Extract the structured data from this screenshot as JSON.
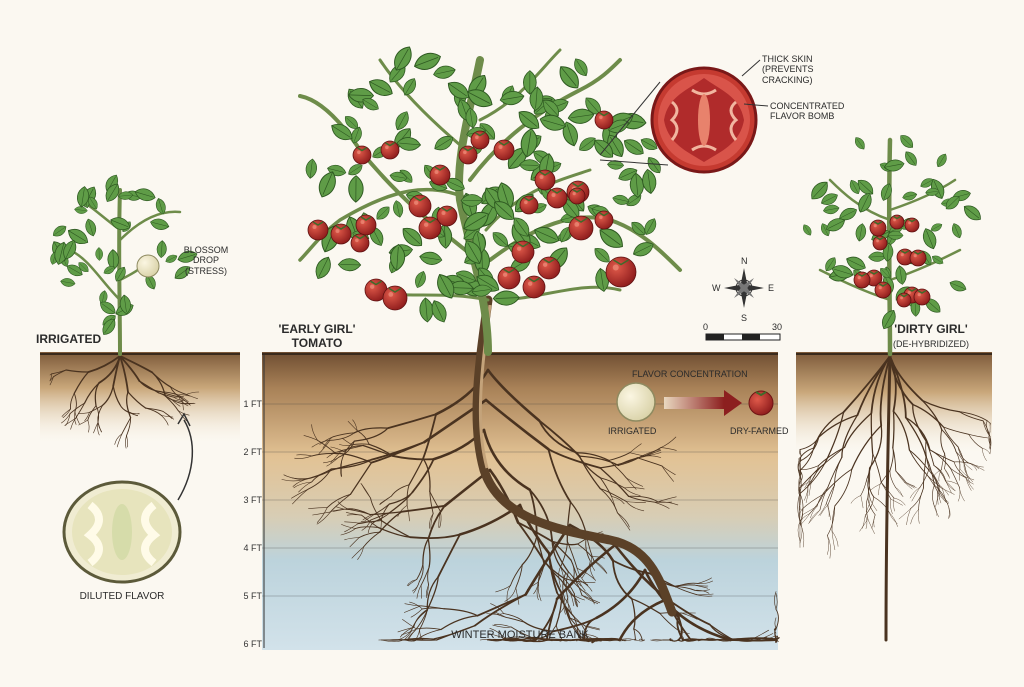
{
  "left_plant": {
    "label": "IRRIGATED",
    "blossom_note": [
      "BLOSSOM",
      "DROP",
      "(STRESS)"
    ],
    "cross_section_caption": "DILUTED FLAVOR"
  },
  "center_plant": {
    "title_line1": "'EARLY GIRL'",
    "title_line2": "TOMATO",
    "callout_skin": [
      "THICK SKIN",
      "(PREVENTS",
      "CRACKING)"
    ],
    "callout_flavor": [
      "CONCENTRATED",
      "FLAVOR BOMB"
    ]
  },
  "right_plant": {
    "title": "'DIRTY GIRL'",
    "subtitle": "(DE-HYBRIDIZED)"
  },
  "compass": {
    "n": "N",
    "s": "S",
    "e": "E",
    "w": "W"
  },
  "scale_bar": {
    "start": "0",
    "end": "30"
  },
  "depth_axis": [
    "1 FT",
    "2 FT",
    "3 FT",
    "4 FT",
    "5 FT",
    "6 FT"
  ],
  "flavor_inset": {
    "title": "FLAVOR CONCENTRATION",
    "from": "IRRIGATED",
    "to": "DRY-FARMED"
  },
  "moisture_label": "WINTER MOISTURE BANK",
  "colors": {
    "soil_top": "#8a6440",
    "soil_mid": "#d9b98a",
    "moisture": "#b9d3e0",
    "leaf": "#5f9c47",
    "stem": "#6e8c4a",
    "tomato": "#b22a2a"
  }
}
